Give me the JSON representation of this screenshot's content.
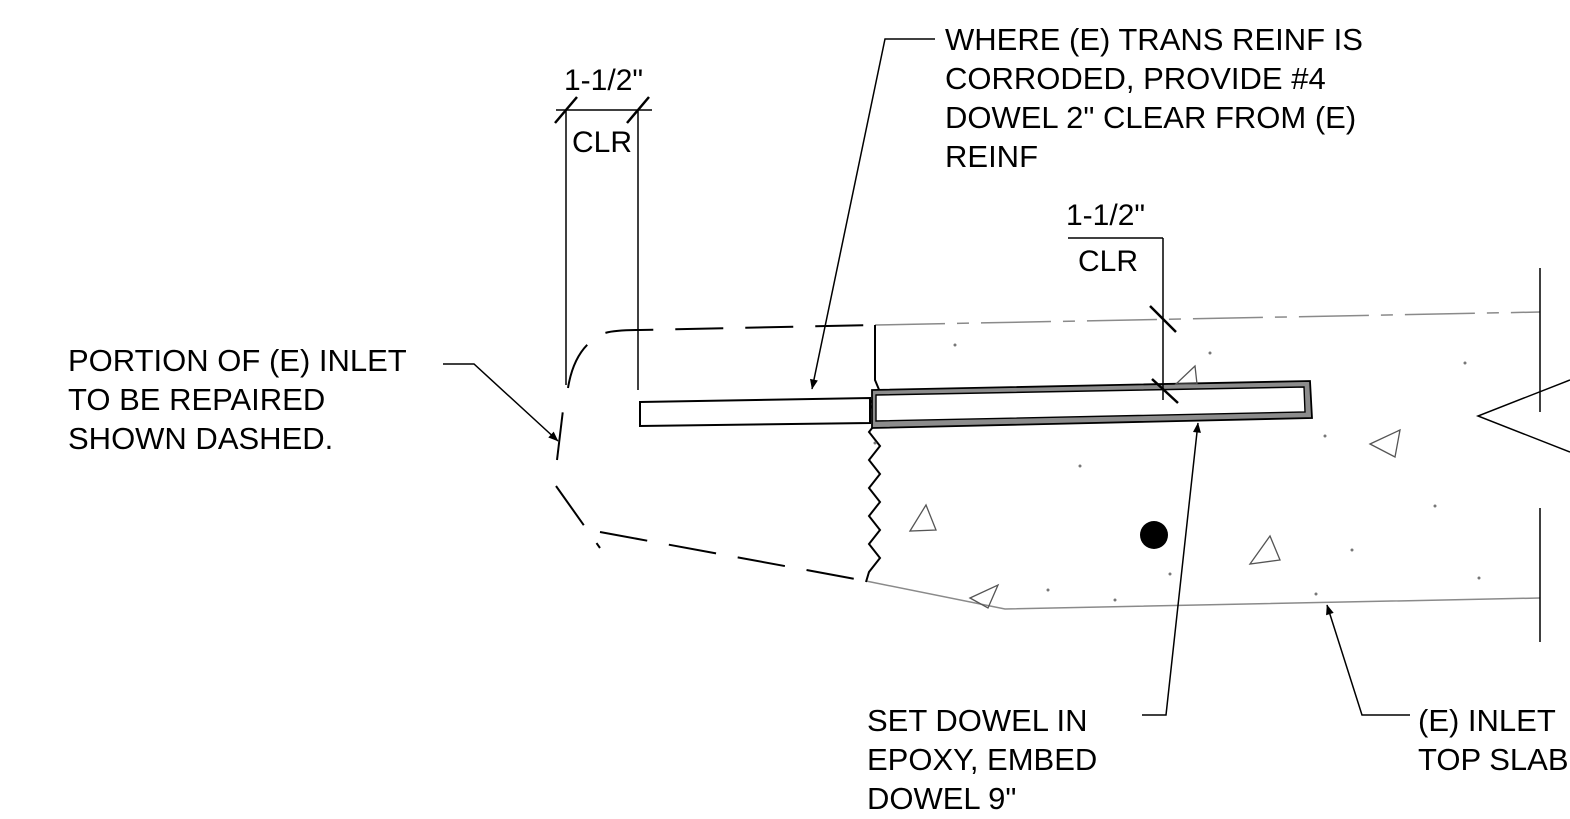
{
  "notes": {
    "portion_inlet": [
      "PORTION OF (E) INLET",
      "TO BE REPAIRED",
      "SHOWN DASHED."
    ],
    "where_trans": [
      "WHERE (E) TRANS REINF IS",
      "CORRODED, PROVIDE #4",
      "DOWEL 2\" CLEAR FROM (E)",
      "REINF"
    ],
    "set_dowel": [
      "SET DOWEL IN",
      "EPOXY, EMBED",
      "DOWEL 9\""
    ],
    "inlet_top_slab": [
      "(E) INLET",
      "TOP SLAB"
    ]
  },
  "dimensions": {
    "left_clear": {
      "value": "1-1/2\"",
      "label": "CLR"
    },
    "top_clear": {
      "value": "1-1/2\"",
      "label": "CLR"
    }
  }
}
